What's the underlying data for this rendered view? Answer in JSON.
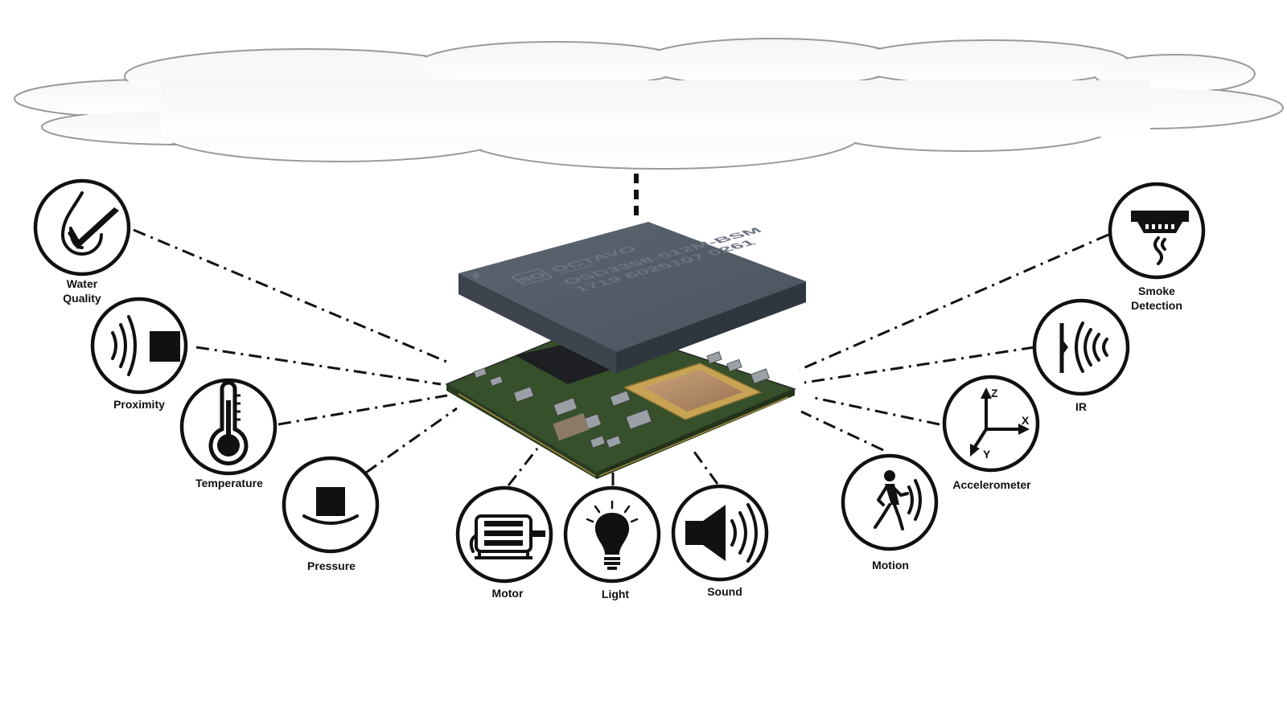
{
  "chip": {
    "brand": "OCTAVO",
    "brand_sub": "SYSTEMS",
    "part_number": "OSD3358-512M-BSM",
    "serial_line": "1719 6025107 0261",
    "logo_text": "8O"
  },
  "sensors": [
    {
      "id": "water-quality",
      "label_lines": [
        "Water",
        "Quality"
      ],
      "icon": "water-drop-check-icon"
    },
    {
      "id": "proximity",
      "label_lines": [
        "Proximity"
      ],
      "icon": "proximity-waves-icon"
    },
    {
      "id": "temperature",
      "label_lines": [
        "Temperature"
      ],
      "icon": "thermometer-icon"
    },
    {
      "id": "pressure",
      "label_lines": [
        "Pressure"
      ],
      "icon": "pressure-weight-icon"
    },
    {
      "id": "motor",
      "label_lines": [
        "Motor"
      ],
      "icon": "motor-icon"
    },
    {
      "id": "light",
      "label_lines": [
        "Light"
      ],
      "icon": "light-bulb-icon"
    },
    {
      "id": "sound",
      "label_lines": [
        "Sound"
      ],
      "icon": "speaker-icon"
    },
    {
      "id": "motion",
      "label_lines": [
        "Motion"
      ],
      "icon": "walking-person-icon"
    },
    {
      "id": "accelerometer",
      "label_lines": [
        "Accelerometer"
      ],
      "icon": "xyz-axes-icon",
      "axis_labels": [
        "Z",
        "X",
        "Y"
      ]
    },
    {
      "id": "ir",
      "label_lines": [
        "IR"
      ],
      "icon": "ir-waves-icon"
    },
    {
      "id": "smoke-detection",
      "label_lines": [
        "Smoke",
        "Detection"
      ],
      "icon": "smoke-detector-icon"
    }
  ],
  "colors": {
    "ink": "#111111",
    "cloud_fill": "#f2f2f2",
    "cloud_stroke": "#9a9a9a",
    "chip_top": "#535c68",
    "pcb_green": "#3f5a2e"
  }
}
